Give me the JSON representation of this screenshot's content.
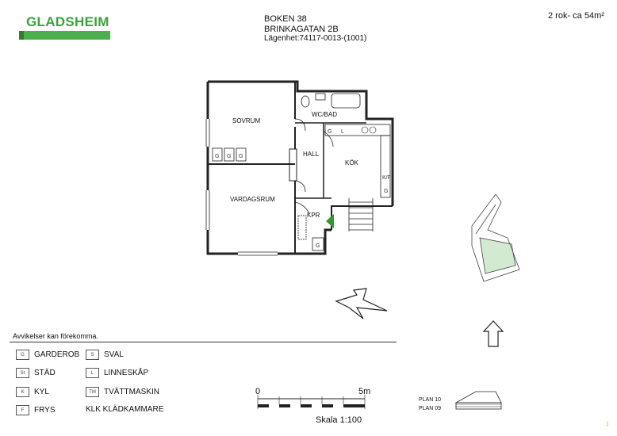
{
  "header": {
    "logo": "GLADSHEIM",
    "block": "BOKEN 38",
    "address": "BRINKAGATAN 2B",
    "apartment": "Lägenhet:74117-0013-(1001)",
    "size": "2 rok- ca 54m²"
  },
  "plan": {
    "rooms": {
      "sovrum": "SOVRUM",
      "wcbad": "WC/BAD",
      "hall": "HALL",
      "kok": "KÖK",
      "vardagsrum": "VARDAGSRUM",
      "kpr": "KPR"
    },
    "codes": {
      "g": "G",
      "l": "L",
      "kf": "K/F"
    }
  },
  "note": "Avvikelser kan förekomma.",
  "legend": [
    {
      "code": "G",
      "label": "GARDEROB"
    },
    {
      "code": "S",
      "label": "SVAL"
    },
    {
      "code": "St",
      "label": "STÄD"
    },
    {
      "code": "L",
      "label": "LINNESKÅP"
    },
    {
      "code": "K",
      "label": "KYL"
    },
    {
      "code": "TM",
      "label": "TVÄTTMASKIN"
    },
    {
      "code": "F",
      "label": "FRYS"
    },
    {
      "code": "",
      "label": "KLK KLÄDKAMMARE"
    }
  ],
  "scale": {
    "start": "0",
    "end": "5m",
    "label": "Skala 1:100"
  },
  "levels": {
    "upper": "PLAN 10",
    "lower": "PLAN 09"
  },
  "page_number": "1",
  "colors": {
    "brand_green": "#3aa33a",
    "entrance_green": "#2e9a2e"
  }
}
